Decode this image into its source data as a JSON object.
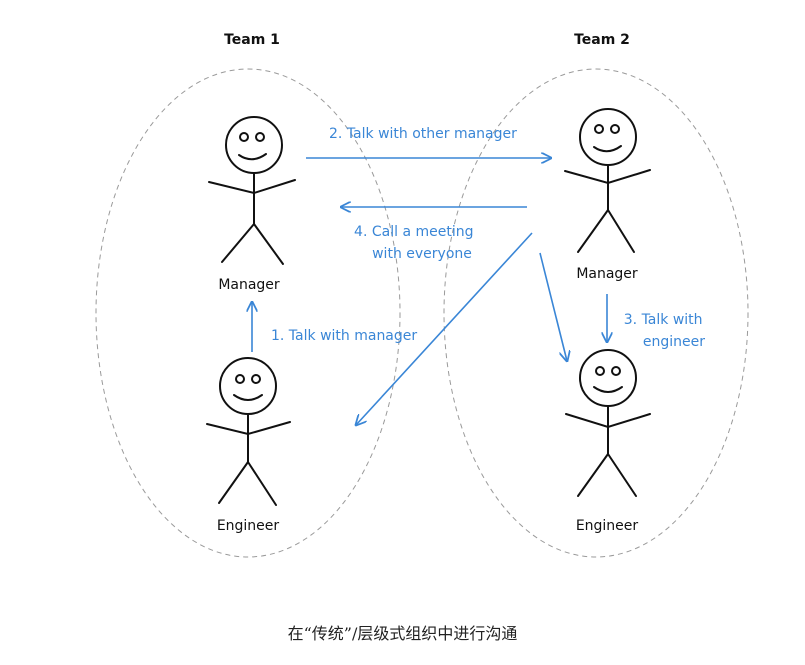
{
  "teams": [
    {
      "title": "Team 1"
    },
    {
      "title": "Team 2"
    }
  ],
  "people": {
    "team1_manager": "Manager",
    "team1_engineer": "Engineer",
    "team2_manager": "Manager",
    "team2_engineer": "Engineer"
  },
  "steps": {
    "step1": [
      "1. Talk with manager"
    ],
    "step2": [
      "2. Talk with other manager"
    ],
    "step3": [
      "3. Talk with",
      "engineer"
    ],
    "step4": [
      "4. Call a meeting",
      "with everyone"
    ]
  },
  "caption": "在“传统”/层级式组织中进行沟通",
  "colors": {
    "arrow": "#3a86d6",
    "stroke": "#111111",
    "team_outline": "#9a9a9a"
  }
}
